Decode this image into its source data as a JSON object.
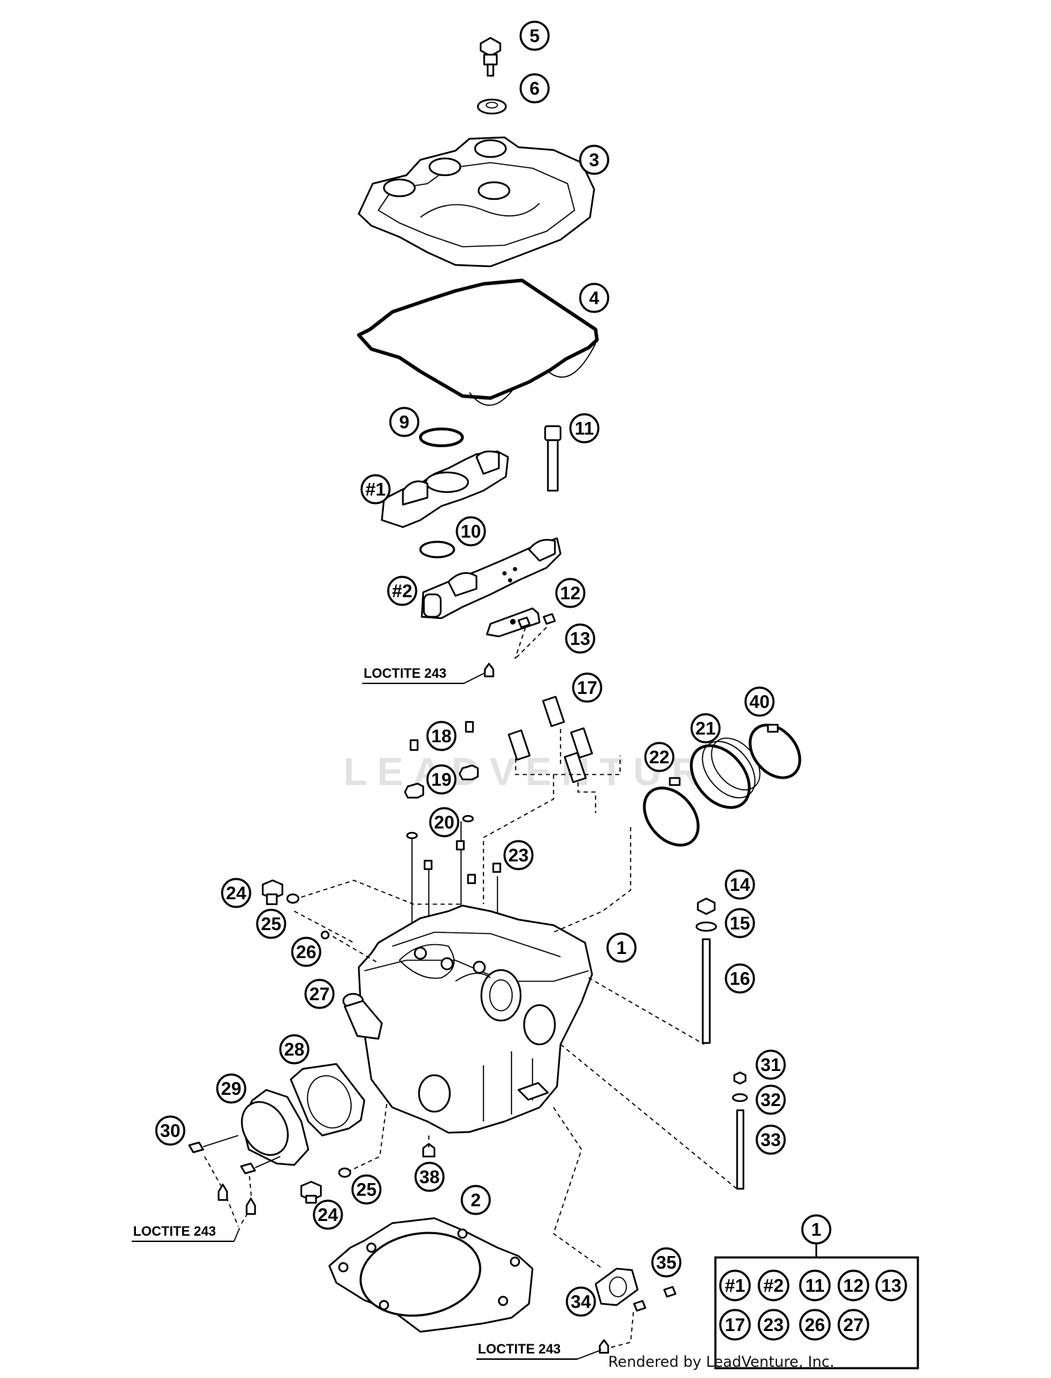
{
  "watermark": "LEADVENTURE",
  "credit": "Rendered by LeadVenture, Inc.",
  "loctite_labels": [
    "LOCTITE 243",
    "LOCTITE 243",
    "LOCTITE 243"
  ],
  "callouts": {
    "c5": "5",
    "c6": "6",
    "c3": "3",
    "c4": "4",
    "c9": "9",
    "c11": "11",
    "c1a": "#1",
    "c10": "10",
    "c2a": "#2",
    "c12": "12",
    "c13": "13",
    "c17": "17",
    "c18": "18",
    "c19": "19",
    "c20": "20",
    "c21": "21",
    "c22": "22",
    "c40": "40",
    "c23": "23",
    "c24a": "24",
    "c25a": "25",
    "c26": "26",
    "c27": "27",
    "c1": "1",
    "c14": "14",
    "c15": "15",
    "c16": "16",
    "c28": "28",
    "c29": "29",
    "c30": "30",
    "c31": "31",
    "c32": "32",
    "c33": "33",
    "c25b": "25",
    "c38": "38",
    "c24b": "24",
    "c2": "2",
    "c34": "34",
    "c35": "35"
  },
  "kit": {
    "label": "1",
    "items": [
      "#1",
      "#2",
      "11",
      "12",
      "13",
      "17",
      "23",
      "26",
      "27"
    ]
  }
}
